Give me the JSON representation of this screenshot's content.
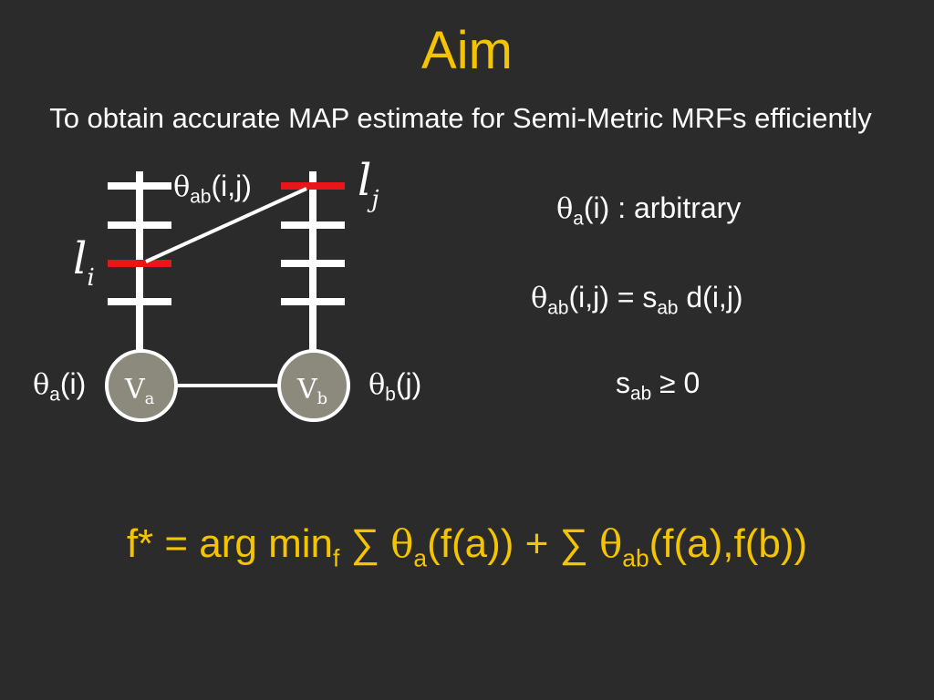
{
  "slide": {
    "title": "Aim",
    "subtitle": "To obtain accurate MAP estimate for Semi-Metric MRFs efficiently"
  },
  "diagram": {
    "edge_label": {
      "theta": "θ",
      "sub": "ab",
      "args": "(i,j)"
    },
    "label_i": {
      "letter": "l",
      "sub": "i"
    },
    "label_j": {
      "letter": "l",
      "sub": "j"
    },
    "node_a": {
      "letter": "V",
      "sub": "a"
    },
    "node_b": {
      "letter": "V",
      "sub": "b"
    },
    "unary_a": {
      "theta": "θ",
      "sub": "a",
      "args": "(i)"
    },
    "unary_b": {
      "theta": "θ",
      "sub": "b",
      "args": "(j)"
    },
    "colors": {
      "active_label": "#e8161a",
      "node_fill": "#8c8a7c",
      "line": "#ffffff"
    }
  },
  "equations": {
    "unary": {
      "theta": "θ",
      "sub": "a",
      "rest": "(i) : arbitrary"
    },
    "pairwise": {
      "theta": "θ",
      "sub": "ab",
      "args": "(i,j)",
      "eq": " = s",
      "s_sub": "ab",
      "rest": " d(i,j)"
    },
    "constraint": {
      "s": "s",
      "sub": "ab",
      "rest": " ≥ 0"
    }
  },
  "formula": {
    "lhs": "f* = arg min",
    "min_sub": "f",
    "sum1": " ∑ ",
    "theta1": "θ",
    "sub1": "a",
    "args1": "(f(a)) + ",
    "sum2": "∑ ",
    "theta2": "θ",
    "sub2": "ab",
    "args2": "(f(a),f(b))"
  }
}
